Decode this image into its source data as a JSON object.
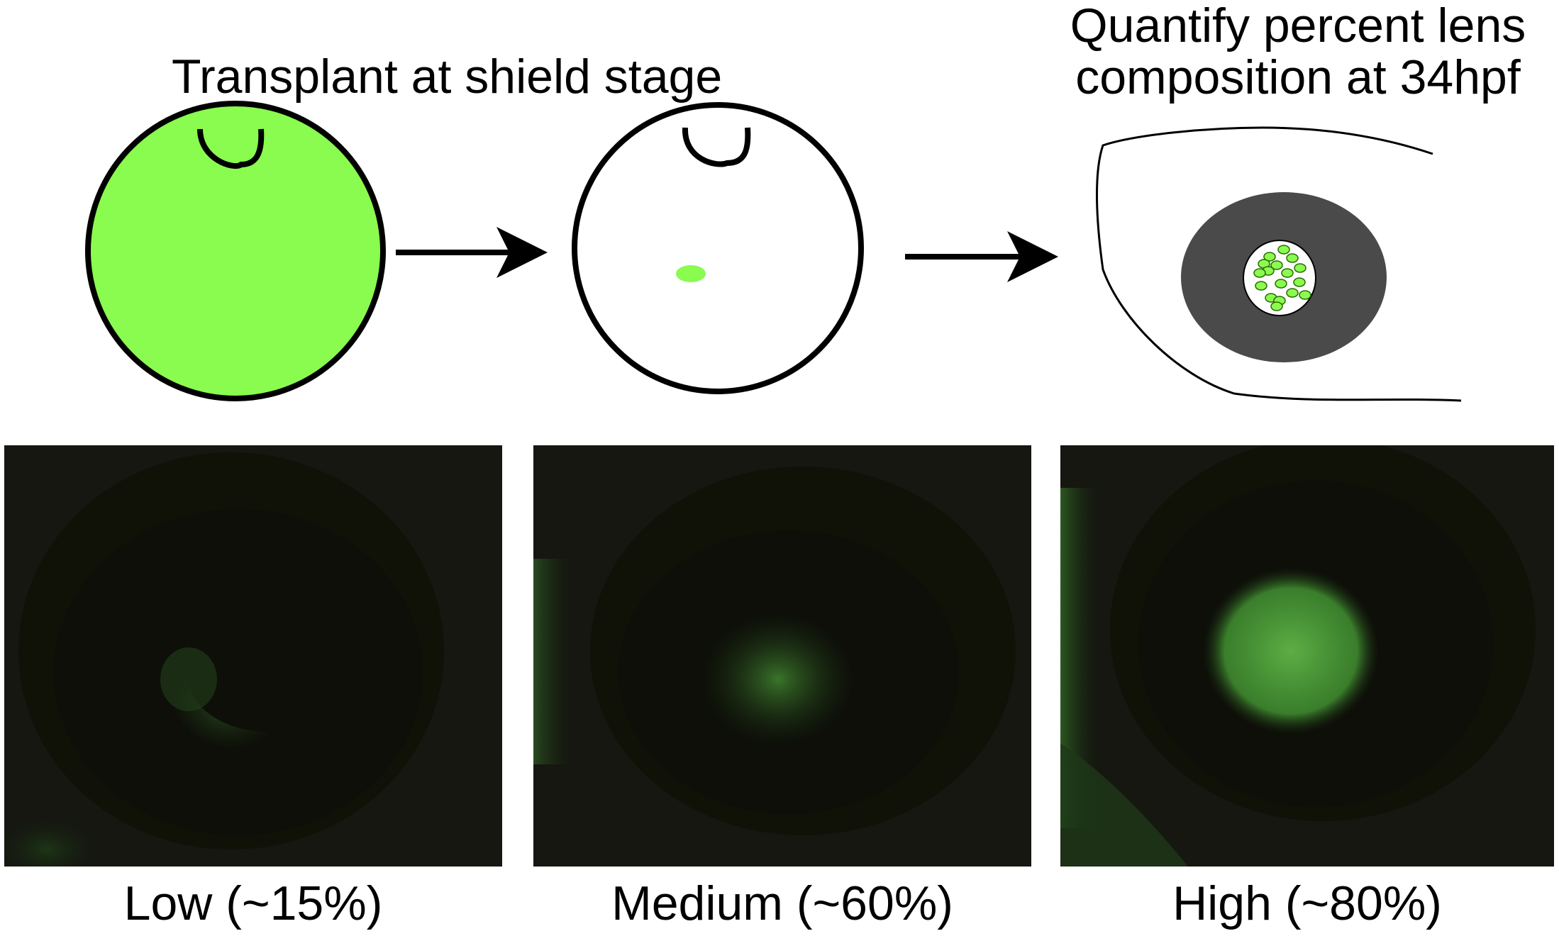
{
  "schematic": {
    "step1_title": "Transplant at shield stage",
    "step3_title_line1": "Quantify percent lens",
    "step3_title_line2": "composition at 34hpf",
    "donor_color": "#8afb4f",
    "eye_color": "#4a4a4a"
  },
  "panels": [
    {
      "caption": "Low (~15%)"
    },
    {
      "caption": "Medium (~60%)"
    },
    {
      "caption": "High (~80%)"
    }
  ]
}
